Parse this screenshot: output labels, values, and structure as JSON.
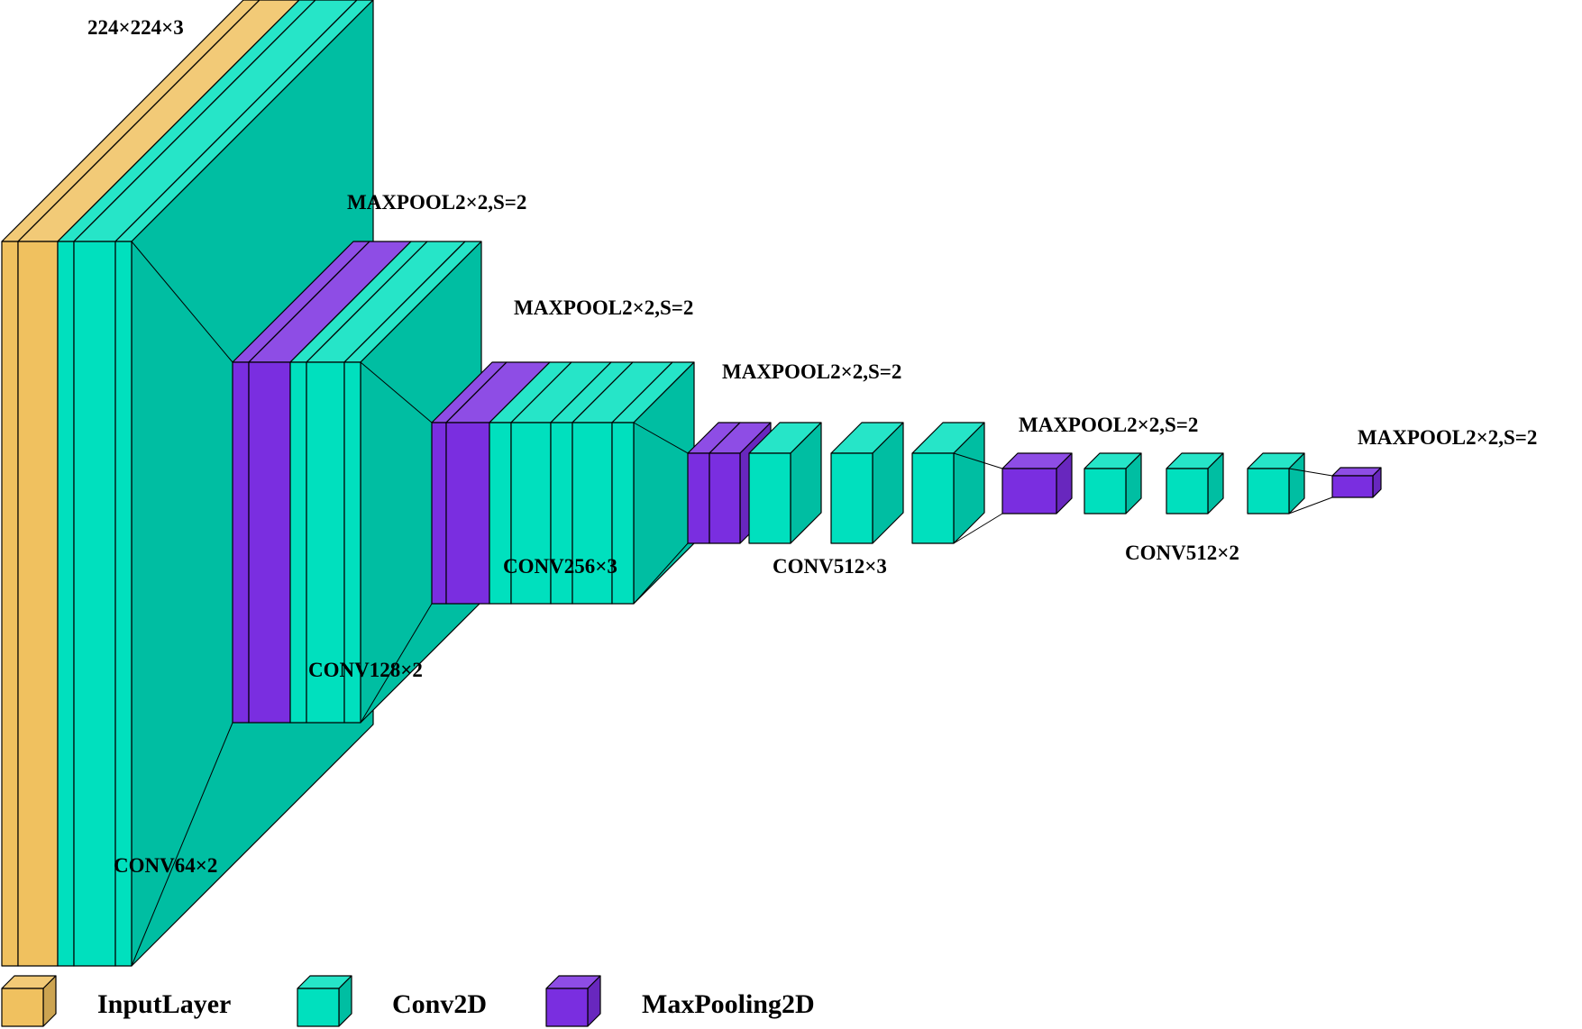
{
  "colors": {
    "input": "#f0c15f",
    "conv": "#00e0be",
    "pool": "#7a2ee0"
  },
  "labels": {
    "input_size": "224×224×3",
    "conv64": "CONV64×2",
    "pool1": "MAXPOOL2×2,S=2",
    "conv128": "CONV128×2",
    "pool2": "MAXPOOL2×2,S=2",
    "conv256": "CONV256×3",
    "pool3": "MAXPOOL2×2,S=2",
    "conv512a": "CONV512×3",
    "pool4": "MAXPOOL2×2,S=2",
    "conv512b": "CONV512×2",
    "pool5": "MAXPOOL2×2,S=2"
  },
  "legend": {
    "items": [
      {
        "label": "InputLayer",
        "color": "#f0c15f",
        "icon": "input-layer-cube"
      },
      {
        "label": "Conv2D",
        "color": "#00e0be",
        "icon": "conv2d-cube"
      },
      {
        "label": "MaxPooling2D",
        "color": "#7a2ee0",
        "icon": "maxpool-cube"
      }
    ]
  }
}
